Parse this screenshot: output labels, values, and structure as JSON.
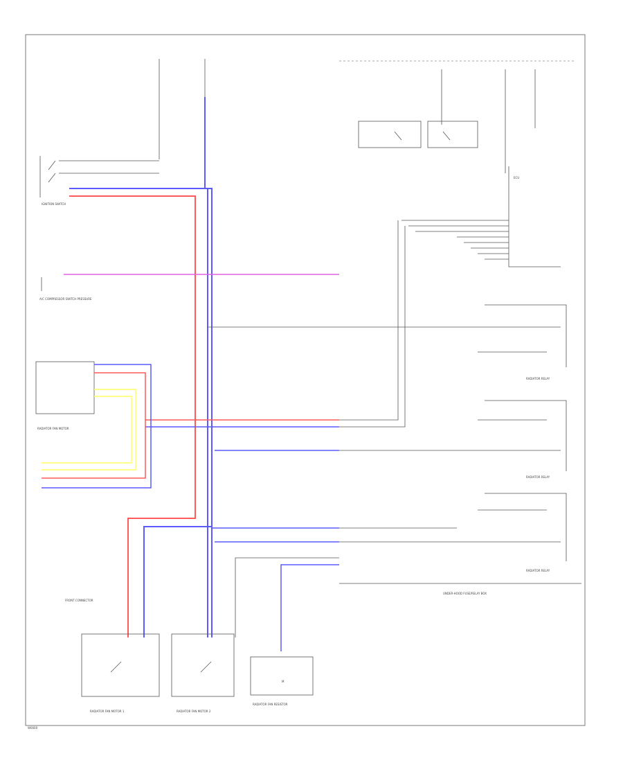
{
  "colors": {
    "red": "#ff5a5a",
    "blue": "#5a5aff",
    "pink": "#e060e0",
    "yellow": "#ffff66",
    "black": "#555555"
  },
  "components": {
    "ignition_switch": "IGNITION SWITCH",
    "compressor_switch": "A/C COMPRESSOR\nSWITCH\nPRESSURE",
    "radiator_fan_relay": "RADIATOR FAN\nMOTOR",
    "motor_1": "RADIATOR FAN\nMOTOR 1",
    "motor_2": "RADIATOR FAN\nMOTOR 2",
    "resistor": "RADIATOR FAN\nRESISTOR",
    "ecu": "ECU",
    "relay_1": "RADIATOR\nRELAY",
    "relay_2": "RADIATOR\nRELAY",
    "relay_3": "RADIATOR\nRELAY",
    "fuse_box": "UNDER-HOOD FUSE/RELAY BOX",
    "connector_label": "FRONT\nCONNECTOR"
  },
  "page_id": "W0000"
}
